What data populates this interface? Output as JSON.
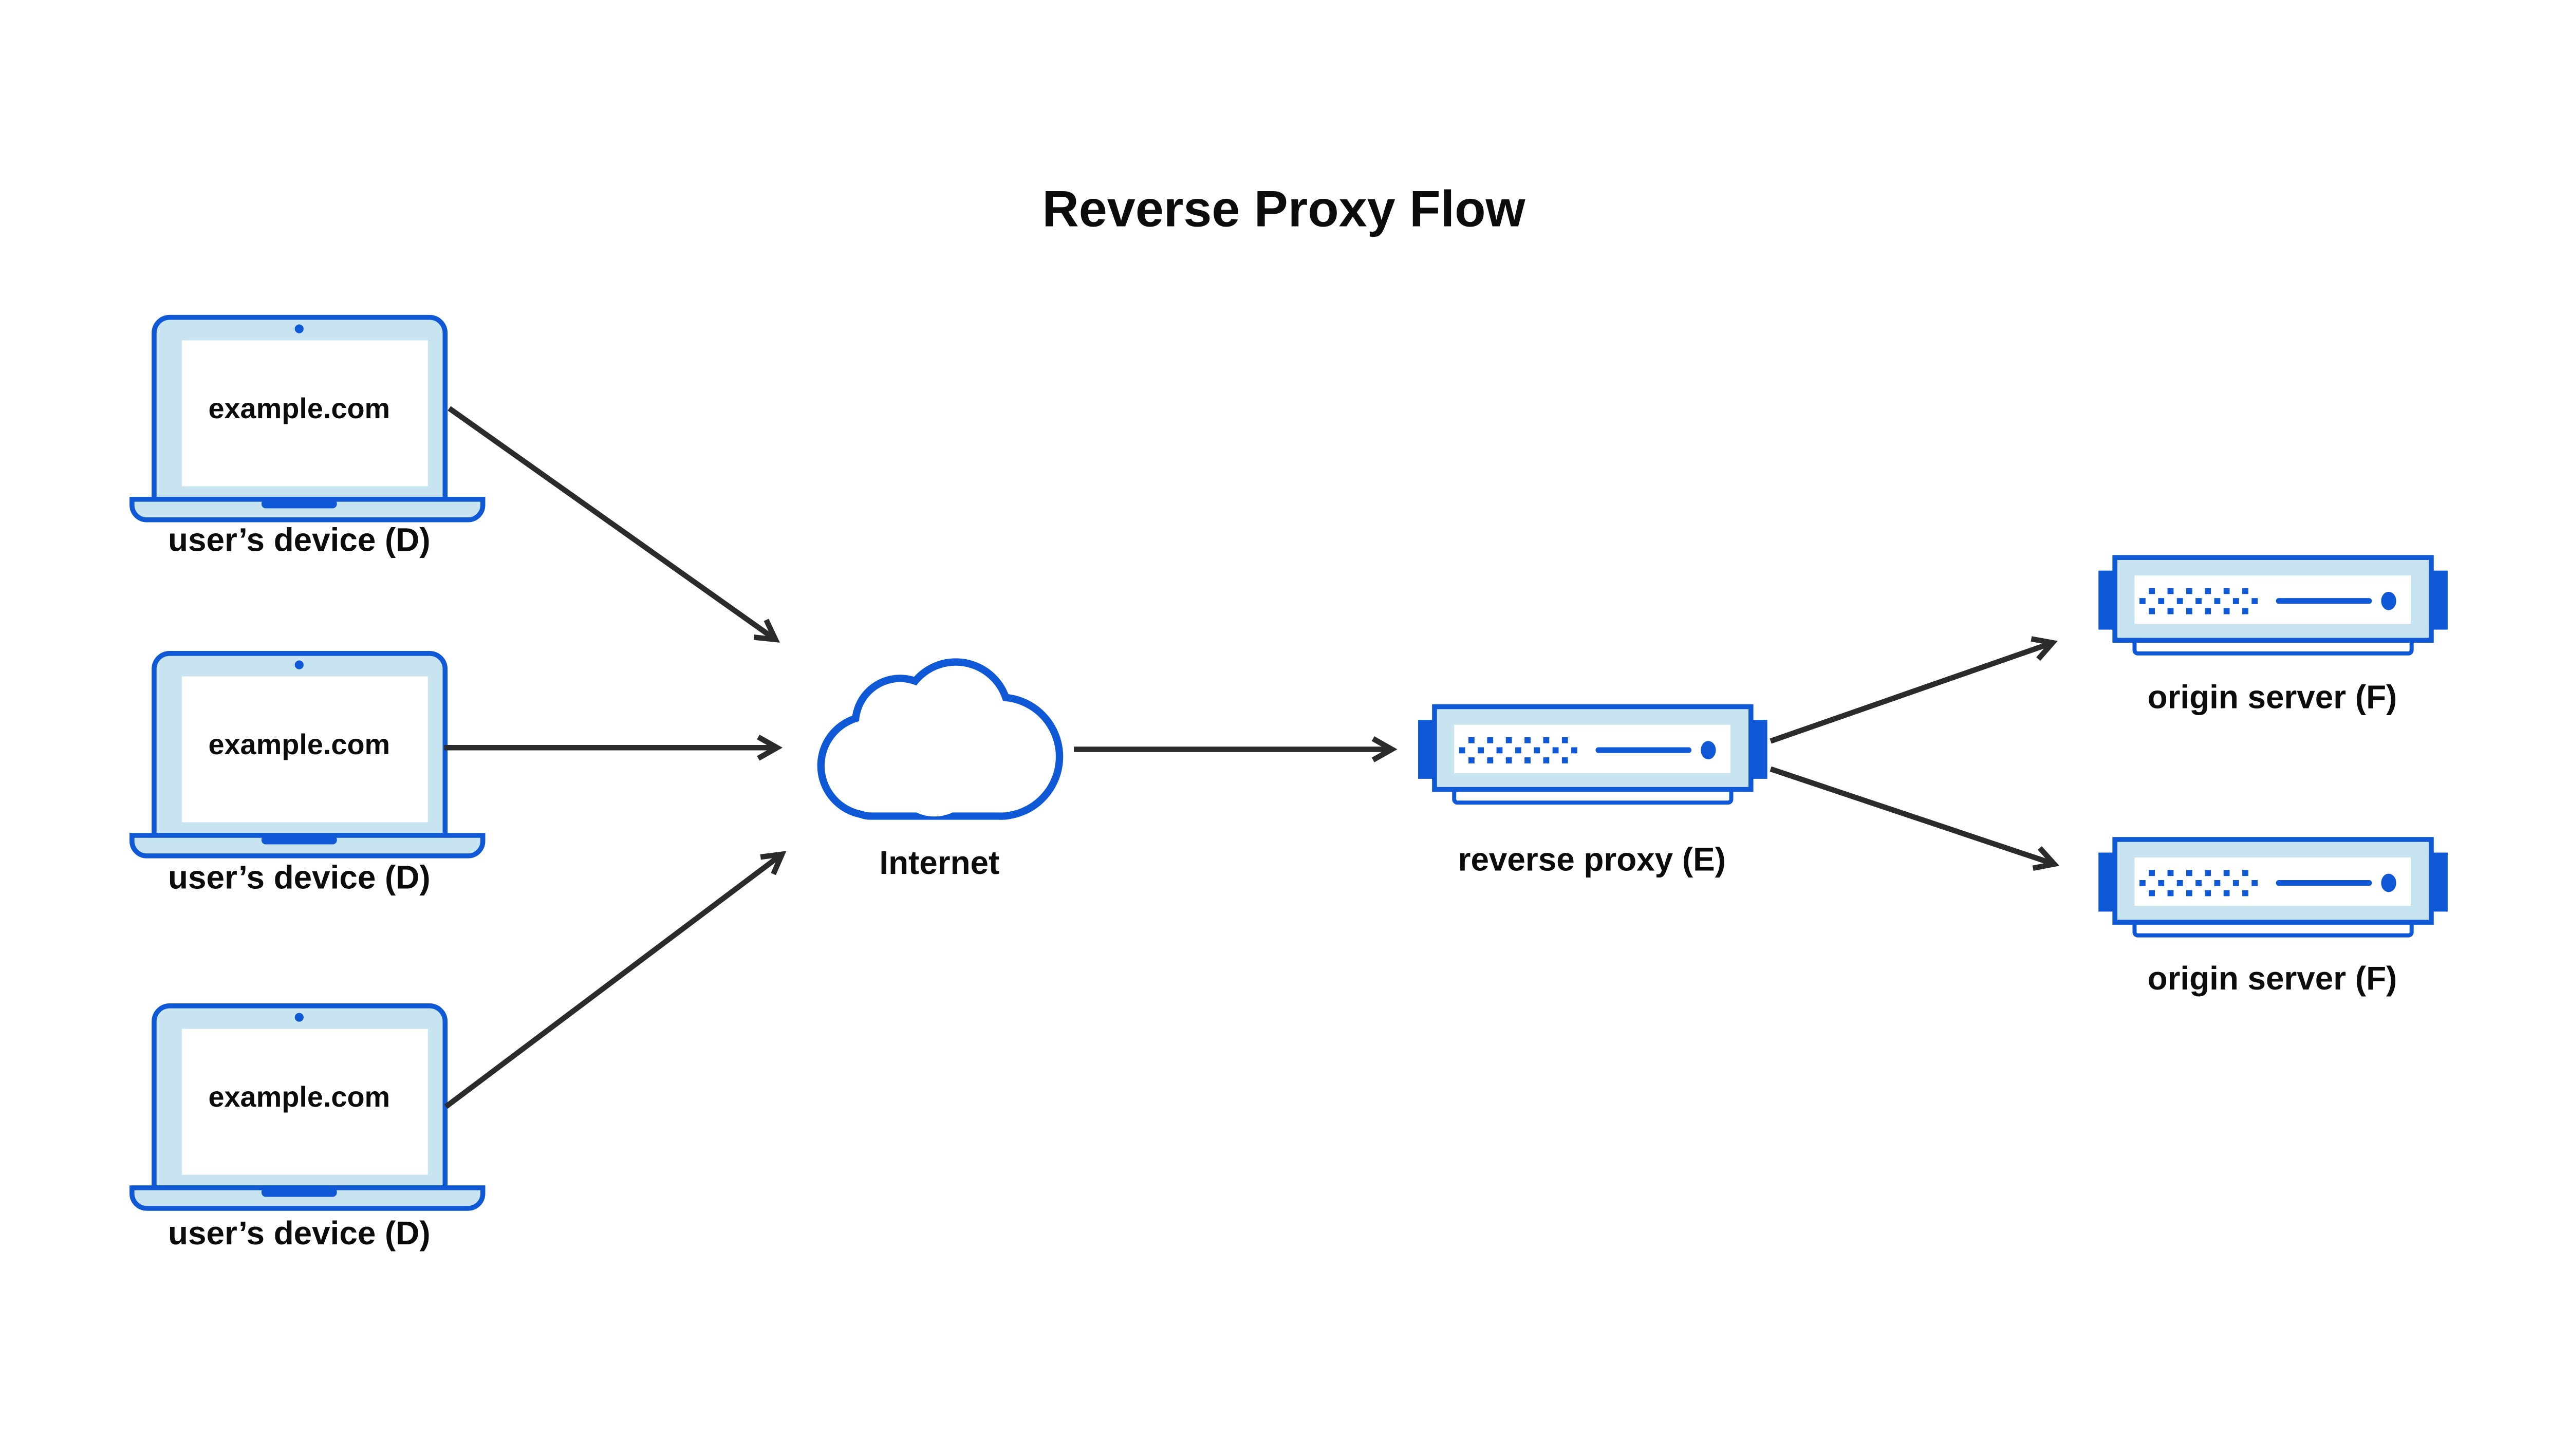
{
  "title": "Reverse Proxy Flow",
  "colors": {
    "primary_blue": "#1059d6",
    "light_blue": "#c8e4f1",
    "arrow_black": "#2b2b2b",
    "text_black": "#0c0c0c",
    "background": "#ffffff"
  },
  "devices": [
    {
      "screen_text": "example.com",
      "label": "user’s device (D)"
    },
    {
      "screen_text": "example.com",
      "label": "user’s device (D)"
    },
    {
      "screen_text": "example.com",
      "label": "user’s device (D)"
    }
  ],
  "internet": {
    "label": "Internet"
  },
  "proxy": {
    "label": "reverse proxy (E)"
  },
  "origin_servers": [
    {
      "label": "origin server (F)"
    },
    {
      "label": "origin server (F)"
    }
  ],
  "icons": {
    "laptop": "laptop-icon",
    "cloud": "cloud-icon",
    "server": "server-icon",
    "arrowhead": "chevron-arrowhead-icon"
  }
}
